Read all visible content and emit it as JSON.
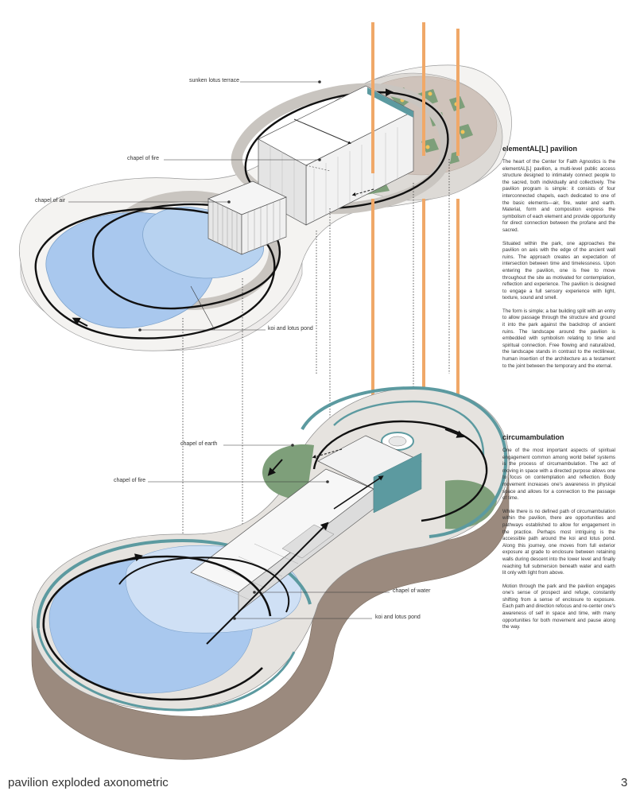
{
  "labels": {
    "sunken_lotus_terrace": "sunken lotus terrace",
    "chapel_of_fire_upper": "chapel of fire",
    "chapel_of_air": "chapel of air",
    "koi_pond_upper": "koi and lotus pond",
    "chapel_of_earth": "chapel of earth",
    "chapel_of_fire_lower": "chapel of fire",
    "chapel_of_water": "chapel of water",
    "koi_pond_lower": "koi and lotus pond"
  },
  "pavilion": {
    "heading": "elementAL[L] pavilion",
    "paragraphs": [
      "The heart of the Center for Faith Agnostics is the elementAL[L] pavilion, a multi-level public access structure designed to intimately connect people to the sacred, both individually and collectively. The pavilion program is simple: it consists of four interconnected chapels, each dedicated to one of the basic elements—air, fire, water and earth. Material, form and composition express the symbolism of each element and provide opportunity for direct connection between the profane and the sacred.",
      "Situated within the park, one approaches the pavilion on axis with the edge of the ancient wall ruins. The approach creates an expectation of intersection between time and timelessness. Upon entering the pavilion, one is free to move throughout the site as motivated for contemplation, reflection and experience. The pavilion is designed to engage a full sensory experience with light, texture, sound and smell.",
      "The form is simple; a bar building split with an entry to allow passage through the structure and ground it into the park against the backdrop of ancient ruins. The landscape around the pavilion is embedded with symbolism relating to time and spiritual connection. Free flowing and naturalized, the landscape stands in contrast to the rectilinear, human insertion of the architecture as a testament to the joint between the temporary and the eternal."
    ]
  },
  "circumambulation": {
    "heading": "circumambulation",
    "paragraphs": [
      "One of the most important aspects of spiritual engagement common among world belief systems is the process of circumambulation. The act of moving in space with a directed purpose allows one to focus on contemplation and reflection. Body movement increases one's awareness in physical space and allows for a connection to the passage of time.",
      "While there is no defined path of circumambulation within the pavilion, there are opportunities and pathways established to allow for engagement in the practice. Perhaps most intriguing is the accessible path around the koi and lotus pond. Along this journey, one moves from full exterior exposure at grade to enclosure between retaining walls during descent into the lower level and finally reaching full submersion beneath water and earth lit only with light from above.",
      "Motion through the park and the pavilion engages one's sense of prospect and refuge, constantly shifting from a sense of enclosure to exposure. Each path and direction refocus and re-center one's awareness of self in space and time, with many opportunities for both movement and pause along the way."
    ]
  },
  "footer": {
    "title": "pavilion exploded axonometric",
    "page_number": "3"
  },
  "colors": {
    "water": "#a9c8ee",
    "water_light": "#cfe0f5",
    "ground": "#d7d4d0",
    "soil": "#9b8a7e",
    "grass": "#7e9f7a",
    "teal": "#5c9aa0",
    "light_beam": "#f0a868",
    "path": "#111111"
  }
}
